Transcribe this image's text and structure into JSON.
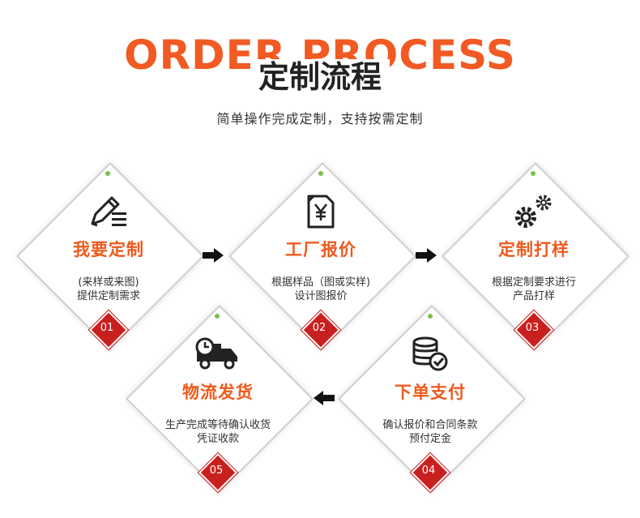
{
  "header": {
    "title_en": "ORDER PROCESS",
    "title_cn": "定制流程",
    "subtitle": "简单操作完成定制，支持按需定制"
  },
  "accent_color": "#ee5a1c",
  "badge_color": "#c8201f",
  "steps": [
    {
      "icon": "edit-list-icon",
      "name": "我要定制",
      "desc1": "(来样或来图)",
      "desc2": "提供定制需求",
      "num": "01"
    },
    {
      "icon": "yen-document-icon",
      "name": "工厂报价",
      "desc1": "根据样品（图或实样)",
      "desc2": "设计图报价",
      "num": "02"
    },
    {
      "icon": "gears-icon",
      "name": "定制打样",
      "desc1": "根据定制要求进行",
      "desc2": "产品打样",
      "num": "03"
    },
    {
      "icon": "database-check-icon",
      "name": "下单支付",
      "desc1": "确认报价和合同条款",
      "desc2": "预付定金",
      "num": "04"
    },
    {
      "icon": "delivery-truck-icon",
      "name": "物流发货",
      "desc1": "生产完成等待确认收货",
      "desc2": "凭证收款",
      "num": "05"
    }
  ]
}
